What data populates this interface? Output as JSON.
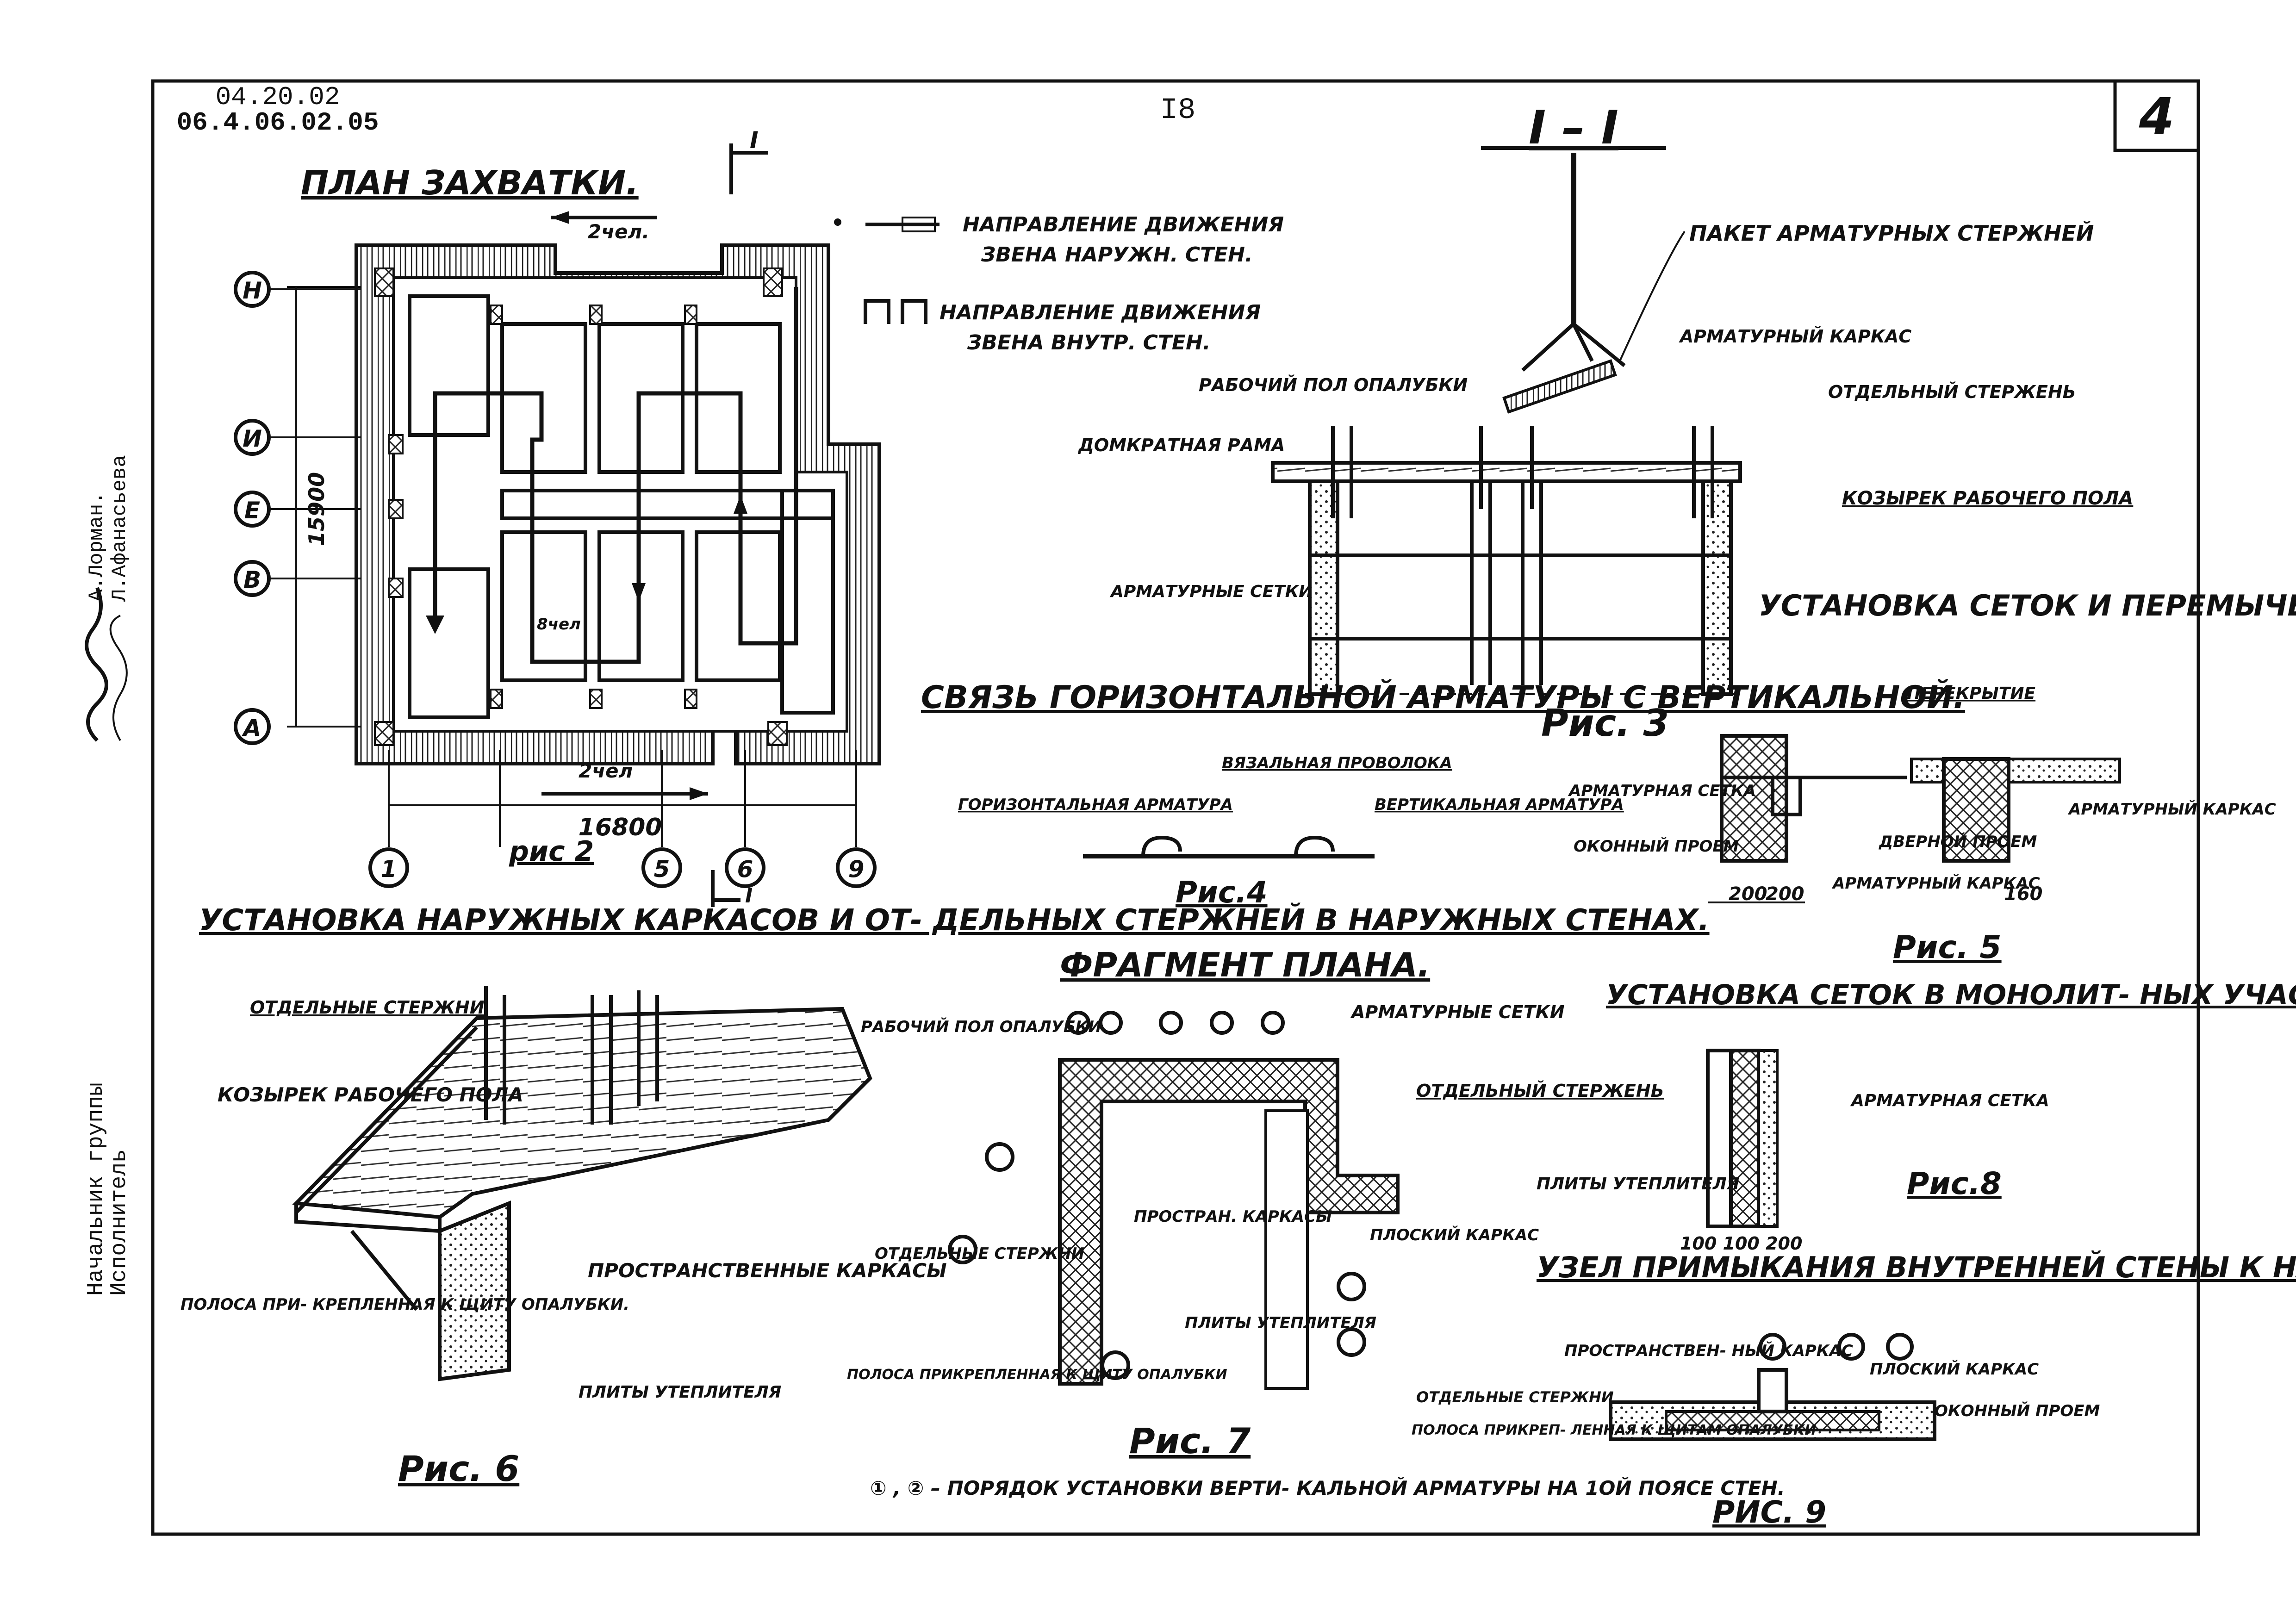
{
  "sheet": {
    "code_top": "04.20.02",
    "code_bottom": "06.4.06.02.05",
    "page_number": "I8",
    "sheet_number": "4",
    "side_roles": [
      "Начальник группы",
      "Исполнитель"
    ],
    "side_names": [
      "А.Лорман.",
      "Л.Афанасьева"
    ]
  },
  "plan": {
    "title": "ПЛАН ЗАХВАТКИ.",
    "section_mark": "I",
    "workers_top": "2чел.",
    "workers_bottom": "2чел",
    "workers_center": "8чел",
    "axes_rows": [
      "Н",
      "И",
      "Е",
      "В",
      "А"
    ],
    "axes_cols": [
      "1",
      "5",
      "6",
      "9"
    ],
    "dim_width": "16800",
    "dim_height": "15900",
    "fig_label": "рис 2",
    "legend_outer_1": "НАПРАВЛЕНИЕ ДВИЖЕНИЯ",
    "legend_outer_2": "ЗВЕНА НАРУЖН. СТЕН.",
    "legend_inner_1": "НАПРАВЛЕНИЕ ДВИЖЕНИЯ",
    "legend_inner_2": "ЗВЕНА ВНУТР. СТЕН."
  },
  "section": {
    "title": "I – I",
    "labels": {
      "packet": "ПАКЕТ АРМАТУРНЫХ СТЕРЖНЕЙ",
      "frame": "АРМАТУРНЫЙ КАРКАС",
      "rod": "ОТДЕЛЬНЫЙ СТЕРЖЕНЬ",
      "floor": "РАБОЧИЙ ПОЛ ОПАЛУБКИ",
      "jack": "ДОМКРАТНАЯ РАМА",
      "visor": "КОЗЫРЕК РАБОЧЕГО ПОЛА",
      "nets": "АРМАТУРНЫЕ СЕТКИ"
    },
    "fig_label": "Рис. 3"
  },
  "fig4": {
    "title": "СВЯЗЬ ГОРИЗОНТАЛЬНОЙ АРМАТУРЫ С ВЕРТИКАЛЬНОЙ.",
    "horizontal": "ГОРИЗОНТАЛЬНАЯ АРМАТУРА",
    "wire": "ВЯЗАЛЬНАЯ ПРОВОЛОКА",
    "vertical": "ВЕРТИКАЛЬНАЯ АРМАТУРА",
    "fig_label": "Рис.4"
  },
  "fig5": {
    "title": "УСТАНОВКА СЕТОК И ПЕРЕМЫЧЕК НАД ОКОН- НЫМ И ДВЕРНЫМ ПРОЕМОМ",
    "slab": "ПЕРЕКРЫТИЕ",
    "net": "АРМАТУРНАЯ СЕТКА",
    "window": "ОКОННЫЙ ПРОЕМ",
    "frame1": "АРМАТУРНЫЙ КАРКАС",
    "door": "ДВЕРНОЙ ПРОЕМ",
    "frame2": "АРМАТУРНЫЙ КАРКАС",
    "dim1": "200",
    "dim2": "200",
    "dim3": "160",
    "fig_label": "Рис. 5"
  },
  "fig6": {
    "title": "УСТАНОВКА НАРУЖНЫХ КАРКАСОВ И ОТ- ДЕЛЬНЫХ СТЕРЖНЕЙ В НАРУЖНЫХ СТЕНАХ.",
    "rods": "ОТДЕЛЬНЫЕ СТЕРЖНИ",
    "visor": "КОЗЫРЕК РАБОЧЕГО ПОЛА",
    "floor": "РАБОЧИЙ ПОЛ ОПАЛУБКИ",
    "frames": "ПРОСТРАНСТВЕННЫЕ КАРКАСЫ",
    "strip": "ПОЛОСА ПРИ- КРЕПЛЕННАЯ К ЩИТУ ОПАЛУБКИ.",
    "plates": "ПЛИТЫ УТЕПЛИТЕЛЯ",
    "fig_label": "Рис. 6"
  },
  "fig7": {
    "title": "ФРАГМЕНТ ПЛАНА.",
    "nets": "АРМАТУРНЫЕ СЕТКИ",
    "rod": "ОТДЕЛЬНЫЙ СТЕРЖЕНЬ",
    "space_frames": "ПРОСТРАН. КАРКАСЫ",
    "flat_frame": "ПЛОСКИЙ КАРКАС",
    "rods": "ОТДЕЛЬНЫЕ СТЕРЖНИ",
    "plates": "ПЛИТЫ УТЕПЛИТЕЛЯ",
    "strip": "ПОЛОСА ПРИКРЕПЛЕННАЯ К ЩИТУ ОПАЛУБКИ",
    "fig_label": "Рис. 7",
    "note": "① , ② – ПОРЯДОК УСТАНОВКИ ВЕРТИ- КАЛЬНОЙ АРМАТУРЫ НА 1ОЙ ПОЯСЕ СТЕН."
  },
  "fig8": {
    "title": "УСТАНОВКА СЕТОК В МОНОЛИТ- НЫХ УЧАСТКАХ.",
    "net": "АРМАТУРНАЯ СЕТКА",
    "plates": "ПЛИТЫ УТЕПЛИТЕЛЯ",
    "dims": "100 100 200",
    "fig_label": "Рис.8"
  },
  "fig9": {
    "title": "УЗЕЛ ПРИМЫКАНИЯ ВНУТРЕННЕЙ СТЕНЫ К НАРУЖНОЙ.",
    "space_frame": "ПРОСТРАНСТВЕН- НЫЙ КАРКАС",
    "flat_frame": "ПЛОСКИЙ КАРКАС",
    "rods": "ОТДЕЛЬНЫЕ СТЕРЖНИ",
    "strip": "ПОЛОСА ПРИКРЕП- ЛЕННАЯ К ЩИТАМ ОПАЛУБКИ",
    "window": "ОКОННЫЙ ПРОЕМ",
    "fig_label": "РИС. 9"
  }
}
